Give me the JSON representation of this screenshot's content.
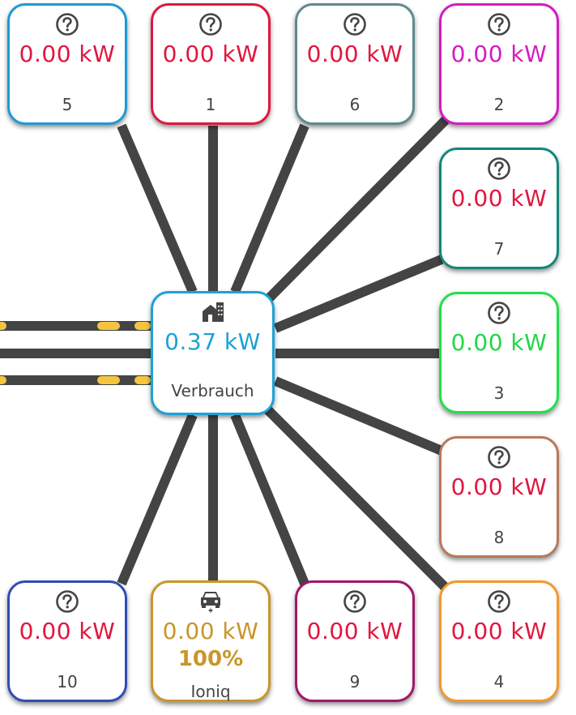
{
  "colors": {
    "line": "#444444",
    "flow_dot": "#f5c542",
    "value_red": "#e0173f"
  },
  "center": {
    "icon": "house-icon",
    "power": "0.37 kW",
    "name": "Verbrauch",
    "border": "#1ca2d6",
    "value_color": "#1ca2d6"
  },
  "devices": [
    {
      "id": "5",
      "name": "5",
      "power": "0.00 kW",
      "icon": "help-circle-icon",
      "border": "#1c9ad6",
      "value_color": "#e0173f"
    },
    {
      "id": "1",
      "name": "1",
      "power": "0.00 kW",
      "icon": "help-circle-icon",
      "border": "#e0173f",
      "value_color": "#e0173f"
    },
    {
      "id": "6",
      "name": "6",
      "power": "0.00 kW",
      "icon": "help-circle-icon",
      "border": "#5f8a8f",
      "value_color": "#e0173f"
    },
    {
      "id": "2",
      "name": "2",
      "power": "0.00 kW",
      "icon": "help-circle-icon",
      "border": "#d41cc0",
      "value_color": "#d41cc0"
    },
    {
      "id": "7",
      "name": "7",
      "power": "0.00 kW",
      "icon": "help-circle-icon",
      "border": "#13877a",
      "value_color": "#e0173f"
    },
    {
      "id": "3",
      "name": "3",
      "power": "0.00 kW",
      "icon": "help-circle-icon",
      "border": "#22e04c",
      "value_color": "#22d648"
    },
    {
      "id": "8",
      "name": "8",
      "power": "0.00 kW",
      "icon": "help-circle-icon",
      "border": "#b87a5a",
      "value_color": "#e0173f"
    },
    {
      "id": "10",
      "name": "10",
      "power": "0.00 kW",
      "icon": "help-circle-icon",
      "border": "#2f4db8",
      "value_color": "#e0173f"
    },
    {
      "id": "ioniq",
      "name": "Ioniq",
      "power": "0.00 kW",
      "soc": "100%",
      "icon": "car-charging-icon",
      "border": "#c9962a",
      "value_color": "#c9962a"
    },
    {
      "id": "9",
      "name": "9",
      "power": "0.00 kW",
      "icon": "help-circle-icon",
      "border": "#a0186a",
      "value_color": "#e0173f"
    },
    {
      "id": "4",
      "name": "4",
      "power": "0.00 kW",
      "icon": "help-circle-icon",
      "border": "#f5982a",
      "value_color": "#e0173f"
    }
  ]
}
